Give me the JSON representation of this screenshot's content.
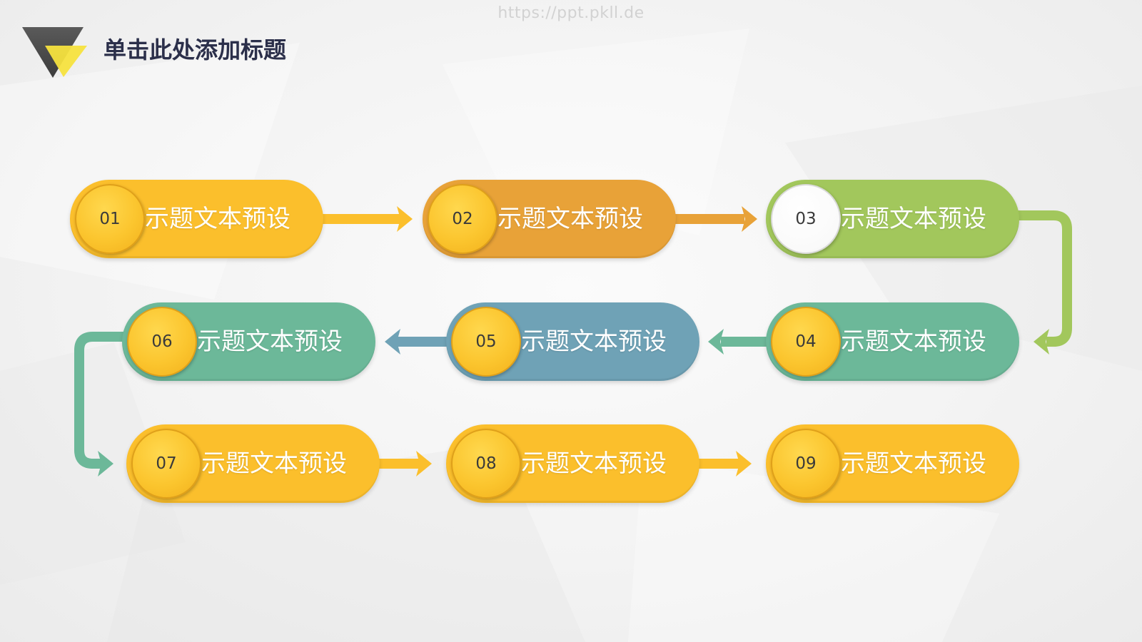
{
  "watermark": "https://ppt.pkll.de",
  "title": "单击此处添加标题",
  "colors": {
    "title": "#2B2F4A",
    "logo_dark": "#4A4A4A",
    "logo_yellow": "#F6E13E",
    "yellow": "#FBBF2C",
    "orange": "#E8A238",
    "green": "#A2C75C",
    "teal": "#6CB899",
    "blue": "#6FA2B6"
  },
  "steps": [
    {
      "number": "01",
      "label": "示题文本预设",
      "color": "#FBBF2C"
    },
    {
      "number": "02",
      "label": "示题文本预设",
      "color": "#E8A238"
    },
    {
      "number": "03",
      "label": "示题文本预设",
      "color": "#A2C75C"
    },
    {
      "number": "04",
      "label": "示题文本预设",
      "color": "#6CB899"
    },
    {
      "number": "05",
      "label": "示题文本预设",
      "color": "#6FA2B6"
    },
    {
      "number": "06",
      "label": "示题文本预设",
      "color": "#6CB899"
    },
    {
      "number": "07",
      "label": "示题文本预设",
      "color": "#FBBF2C"
    },
    {
      "number": "08",
      "label": "示题文本预设",
      "color": "#FBBF2C"
    },
    {
      "number": "09",
      "label": "示题文本预设",
      "color": "#FBBF2C"
    }
  ]
}
